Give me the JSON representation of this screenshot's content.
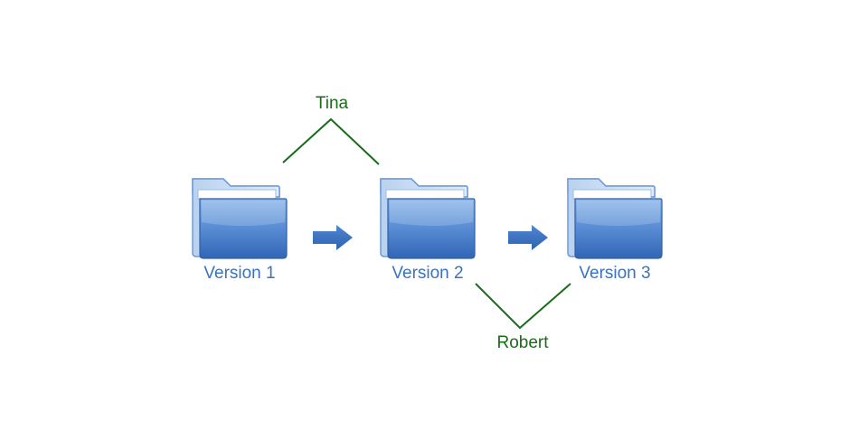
{
  "colors": {
    "folder_label": "#3a72bd",
    "person": "#1a6b1a",
    "arrow": "#3a72c4",
    "folder_front_top": "#7aa9e3",
    "folder_front_bottom": "#3368b8",
    "folder_back": "#cfe0f5"
  },
  "folders": [
    {
      "label": "Version 1",
      "icon": "folder-icon"
    },
    {
      "label": "Version 2",
      "icon": "folder-icon"
    },
    {
      "label": "Version 3",
      "icon": "folder-icon"
    }
  ],
  "arrows": [
    {
      "icon": "right-arrow-icon"
    },
    {
      "icon": "right-arrow-icon"
    }
  ],
  "people": [
    {
      "name": "Tina"
    },
    {
      "name": "Robert"
    }
  ]
}
